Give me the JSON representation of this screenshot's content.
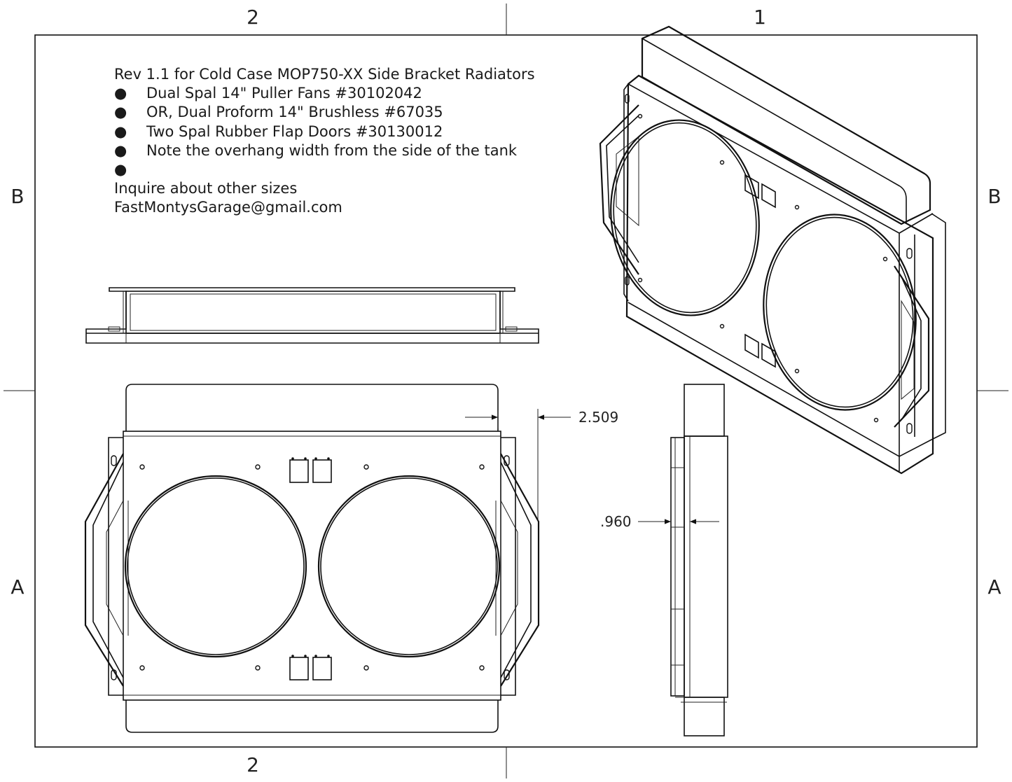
{
  "zones": {
    "top": [
      "2",
      "1"
    ],
    "bottom": [
      "2"
    ],
    "left": [
      "B",
      "A"
    ],
    "right": [
      "B",
      "A"
    ]
  },
  "notes": {
    "title": "Rev 1.1 for Cold Case MOP750-XX Side Bracket Radiators",
    "bullets": [
      "Dual Spal 14\" Puller Fans #30102042",
      "OR, Dual Proform 14\" Brushless #67035",
      "Two Spal Rubber Flap Doors #30130012",
      "Note the overhang width from the side of the tank",
      ""
    ],
    "bullet_glyph": "●",
    "inquire": "Inquire about other sizes",
    "email": "FastMontysGarage@gmail.com"
  },
  "dimensions": {
    "overhang": "2.509",
    "depth": ".960"
  }
}
